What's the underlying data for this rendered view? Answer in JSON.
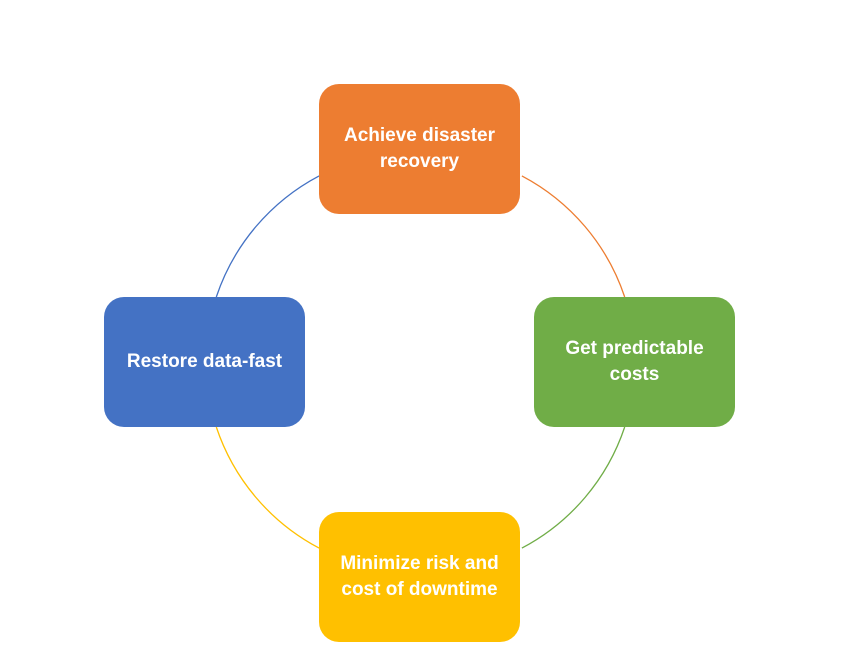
{
  "diagram": {
    "type": "cycle",
    "nodes": [
      {
        "id": "top",
        "label": "Achieve disaster recovery",
        "color": "#ED7D31"
      },
      {
        "id": "right",
        "label": "Get predictable costs",
        "color": "#70AD47"
      },
      {
        "id": "bottom",
        "label": "Minimize risk and cost of downtime",
        "color": "#FFC000"
      },
      {
        "id": "left",
        "label": "Restore data-fast",
        "color": "#4472C4"
      }
    ],
    "connectors": [
      {
        "from": "top",
        "to": "right",
        "color": "#ED7D31"
      },
      {
        "from": "right",
        "to": "bottom",
        "color": "#70AD47"
      },
      {
        "from": "bottom",
        "to": "left",
        "color": "#FFC000"
      },
      {
        "from": "left",
        "to": "top",
        "color": "#4472C4"
      }
    ]
  }
}
